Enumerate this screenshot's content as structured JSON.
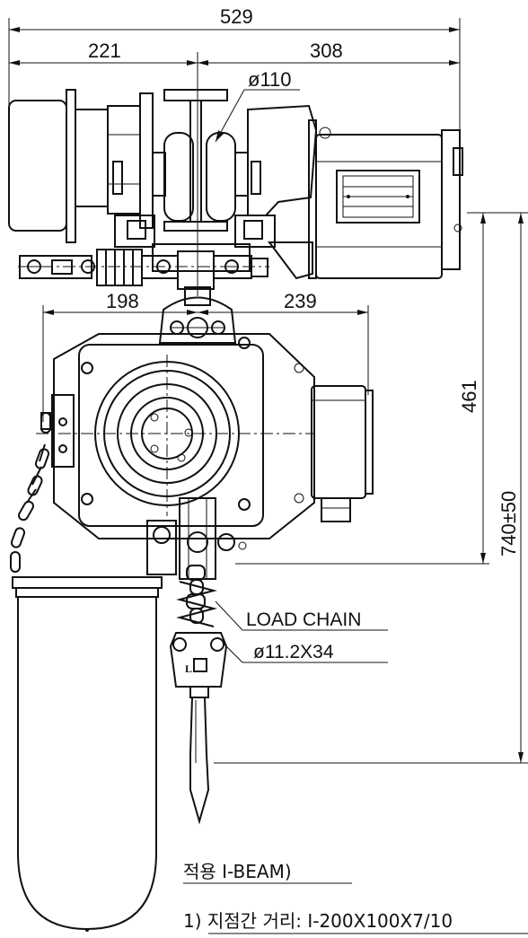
{
  "dimensions": {
    "overall_width": "529",
    "left_width": "221",
    "right_width": "308",
    "wheel_diameter": "ø110",
    "hoist_left": "198",
    "hoist_right": "239",
    "height_to_body": "461",
    "height_to_hook": "740±50"
  },
  "labels": {
    "load_chain_title": "LOAD CHAIN",
    "load_chain_spec": "ø11.2X34",
    "hook_mark": "L"
  },
  "notes": {
    "heading": "적용 I-BEAM)",
    "item_1": "1) 지점간 거리: I-200X100X7/10"
  }
}
